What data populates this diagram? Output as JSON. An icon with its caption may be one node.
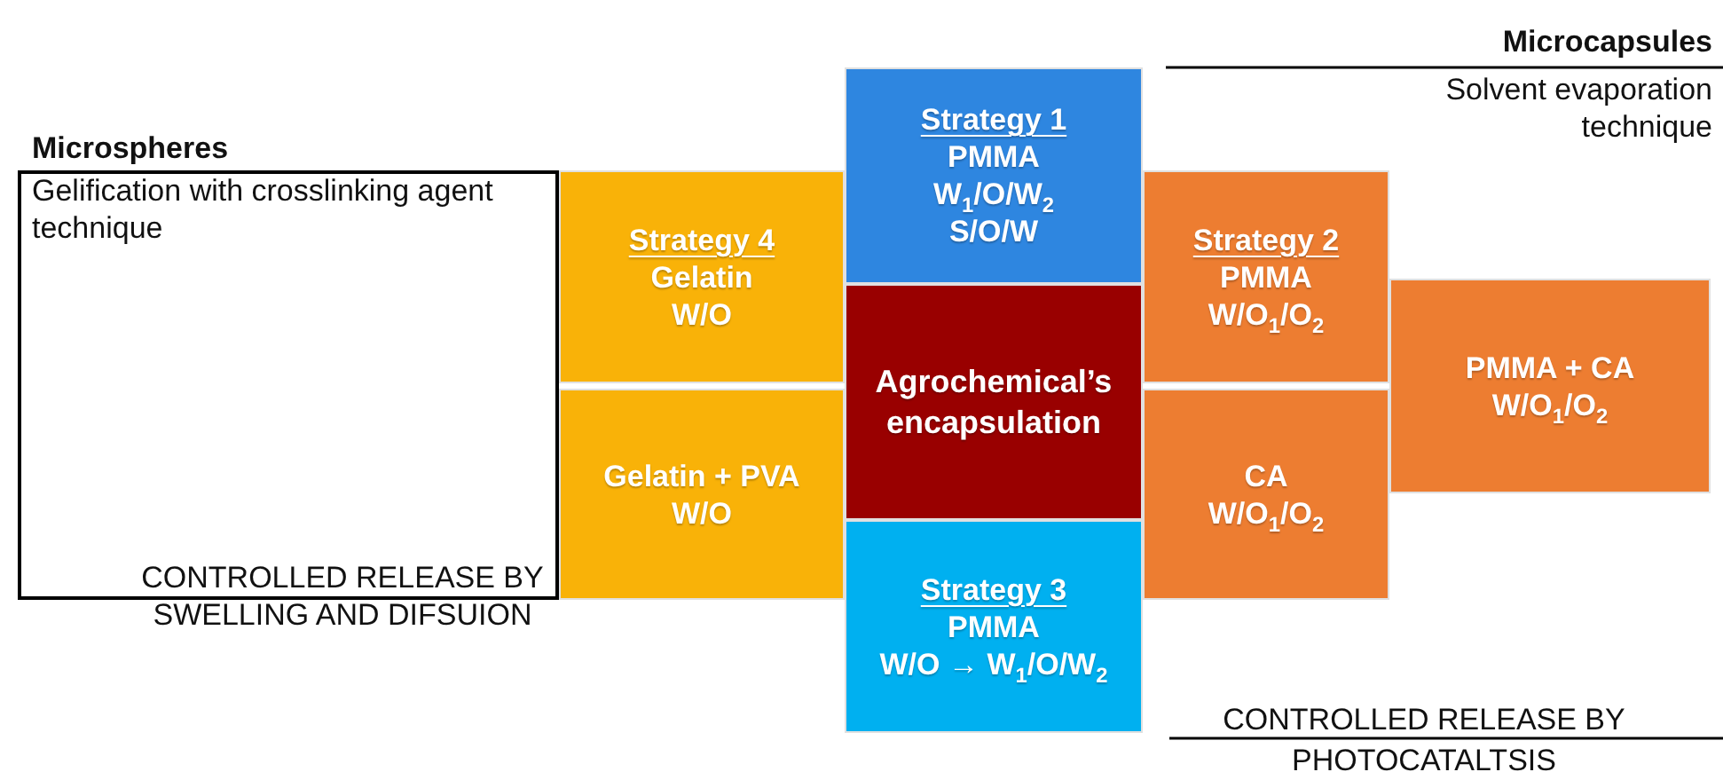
{
  "diagram": {
    "nodes": [
      {
        "text": [
          "Microspheres",
          "Gelification with crosslinking agent technique",
          "CONTROLLED RELEASE BY SWELLING AND DIFSUION"
        ]
      },
      {
        "text": [
          "Strategy 1",
          "PMMA",
          "W$_{1}$/O/W$_{2}$",
          "S/O/W"
        ]
      },
      {
        "text": [
          "Strategy 4",
          "Gelatin",
          "W/O"
        ]
      },
      {
        "text": [
          "Strategy 2",
          "PMMA",
          "W/O$_{1}$/O$_{2}$"
        ]
      },
      {
        "text": [
          "Agrochemical’s encapsulation"
        ]
      },
      {
        "text": [
          "PMMA + CA",
          "W/O$_{1}$/O$_{2}$"
        ]
      },
      {
        "text": [
          "Gelatin + PVA",
          "W/O"
        ]
      },
      {
        "text": [
          "CA",
          "W/O$_{1}$/O$_{2}$"
        ]
      },
      {
        "text": [
          "Strategy 3",
          "PMMA",
          "W/O → W$_{1}$/O/W$_{2}$"
        ]
      }
    ],
    "labels": [
      "Microcapsules",
      "Solvent evaporation technique",
      "CONTROLLED RELEASE BY PHOTOCATALTSIS"
    ]
  }
}
